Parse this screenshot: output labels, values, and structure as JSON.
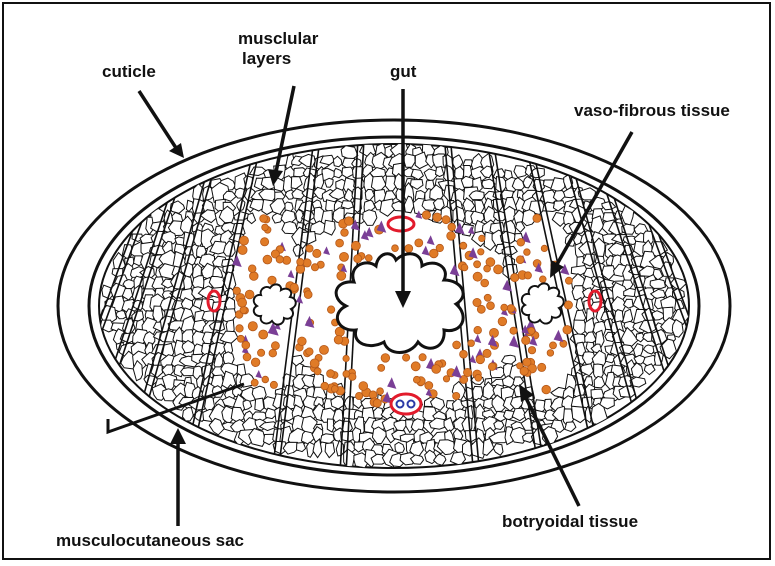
{
  "labels": {
    "cuticle": "cuticle",
    "muscular_layers_line1": "musclular",
    "muscular_layers_line2": "layers",
    "gut": "gut",
    "vaso_fibrous_tissue": "vaso-fibrous tissue",
    "musculocutaneous_sac": "musculocutaneous sac",
    "botryoidal_tissue": "botryoidal tissue"
  },
  "colors": {
    "outline": "#111111",
    "botryoidal_cells": "#e07b27",
    "botryoidal_cell_stroke": "#b4581a",
    "purple_granules": "#7a3f96",
    "vessel_red": "#e21b2c",
    "vessel_blue": "#2b3aa6"
  }
}
